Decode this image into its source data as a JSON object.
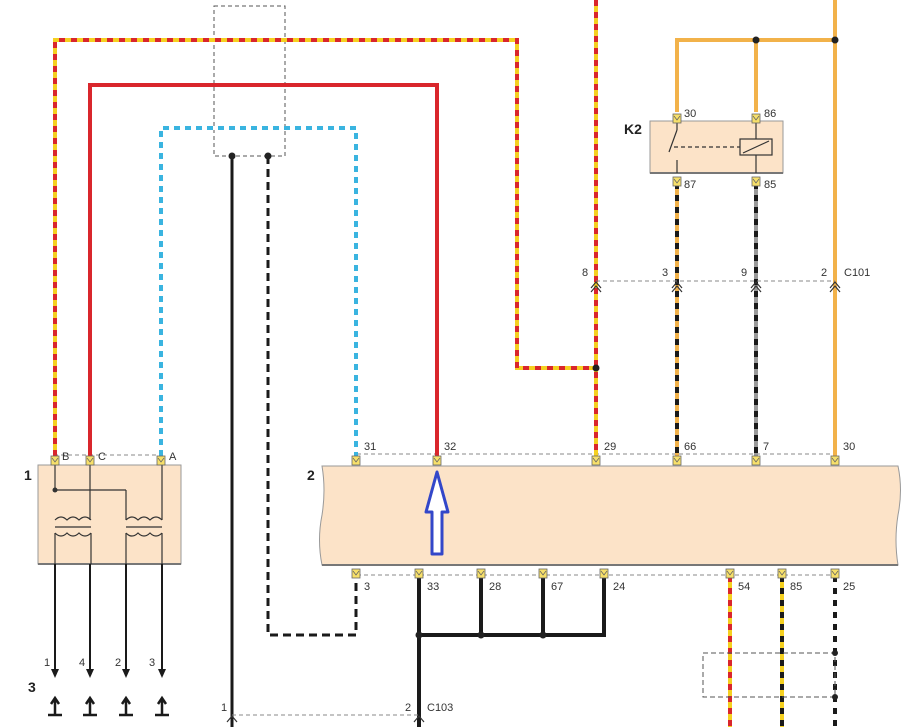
{
  "components": {
    "comp1": {
      "label": "1",
      "pins": [
        "B",
        "C",
        "A"
      ]
    },
    "comp2": {
      "label": "2",
      "top_pins": [
        "31",
        "32",
        "29",
        "66",
        "7",
        "30"
      ],
      "bottom_pins": [
        "3",
        "33",
        "28",
        "67",
        "24",
        "54",
        "85",
        "25"
      ]
    },
    "relay": {
      "label": "K2",
      "pins": [
        "30",
        "86",
        "87",
        "85"
      ]
    },
    "comp3": {
      "label": "3",
      "pins": [
        "1",
        "4",
        "2",
        "3"
      ]
    }
  },
  "connectors": {
    "c101": {
      "name": "C101",
      "pins": [
        "8",
        "3",
        "9",
        "2"
      ]
    },
    "c103": {
      "name": "C103",
      "pins": [
        "1",
        "2"
      ]
    }
  },
  "colors": {
    "red": "#d9262c",
    "yellow": "#f5d020",
    "blue": "#3ab4e0",
    "black": "#1a1a1a",
    "orange": "#f2b24a",
    "grey": "#999999",
    "component_fill": "#fce3c8",
    "arrow": "#3347c9"
  }
}
